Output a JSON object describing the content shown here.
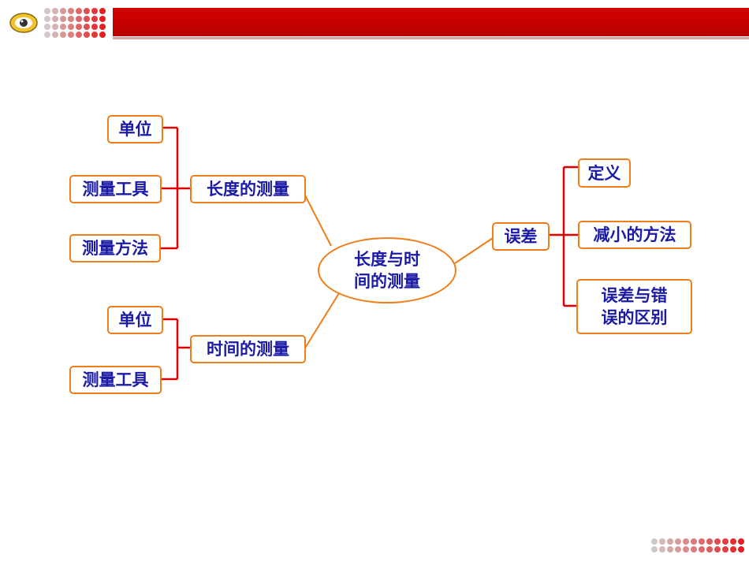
{
  "center": {
    "label": "长度与时间的测量"
  },
  "branches": {
    "length": {
      "label": "长度的测量",
      "children": [
        "单位",
        "测量工具",
        "测量方法"
      ]
    },
    "time": {
      "label": "时间的测量",
      "children": [
        "单位",
        "测量工具"
      ]
    },
    "error": {
      "label": "误差",
      "children": [
        "定义",
        "减小的方法",
        "误差与错误的区别"
      ]
    }
  },
  "colors": {
    "header": "#c80000",
    "node_border": "#f07d18",
    "node_text": "#1a1aa6",
    "bracket_line": "#e00000",
    "connector_line": "#f07d18"
  },
  "icons": {
    "logo": "eye-emblem-icon"
  }
}
